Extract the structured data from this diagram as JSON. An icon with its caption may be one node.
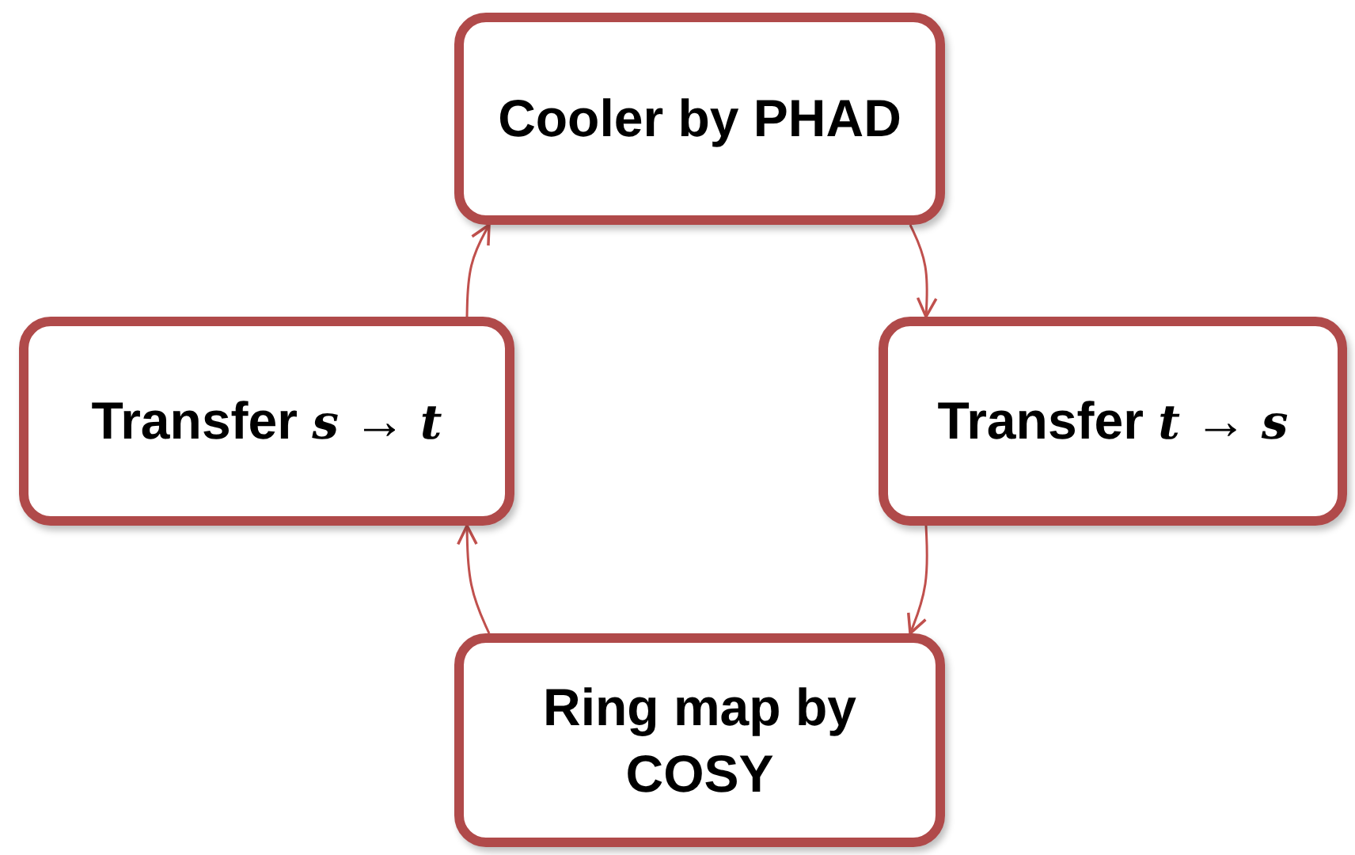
{
  "diagram": {
    "nodes": [
      {
        "text": [
          "Cooler by PHAD"
        ]
      },
      {
        "text": [
          "Transfer *s* → *t*"
        ]
      },
      {
        "text": [
          "Transfer *t* → *s*"
        ]
      },
      {
        "text": [
          "Ring map by COSY"
        ]
      }
    ],
    "edges": [
      {
        "from": 0,
        "to": 2,
        "arrow": "to"
      },
      {
        "from": 2,
        "to": 3,
        "arrow": "to"
      },
      {
        "from": 3,
        "to": 1,
        "arrow": "to"
      },
      {
        "from": 1,
        "to": 0,
        "arrow": "to"
      }
    ]
  }
}
